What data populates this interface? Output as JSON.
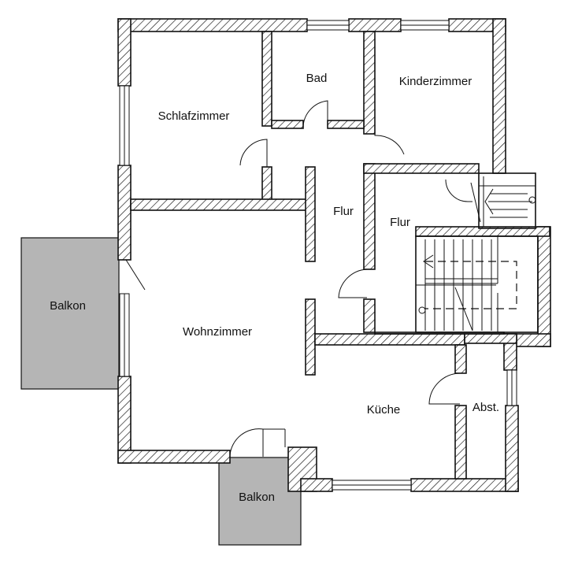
{
  "rooms": {
    "bad": "Bad",
    "kinderzimmer": "Kinderzimmer",
    "schlafzimmer": "Schlafzimmer",
    "flur_1": "Flur",
    "flur_2": "Flur",
    "wohnzimmer": "Wohnzimmer",
    "kueche": "Küche",
    "abst": "Abst.",
    "balkon_west": "Balkon",
    "balkon_south": "Balkon"
  },
  "colors": {
    "wall_line": "#111111",
    "balcony_fill": "#b5b5b5",
    "background": "#ffffff"
  }
}
